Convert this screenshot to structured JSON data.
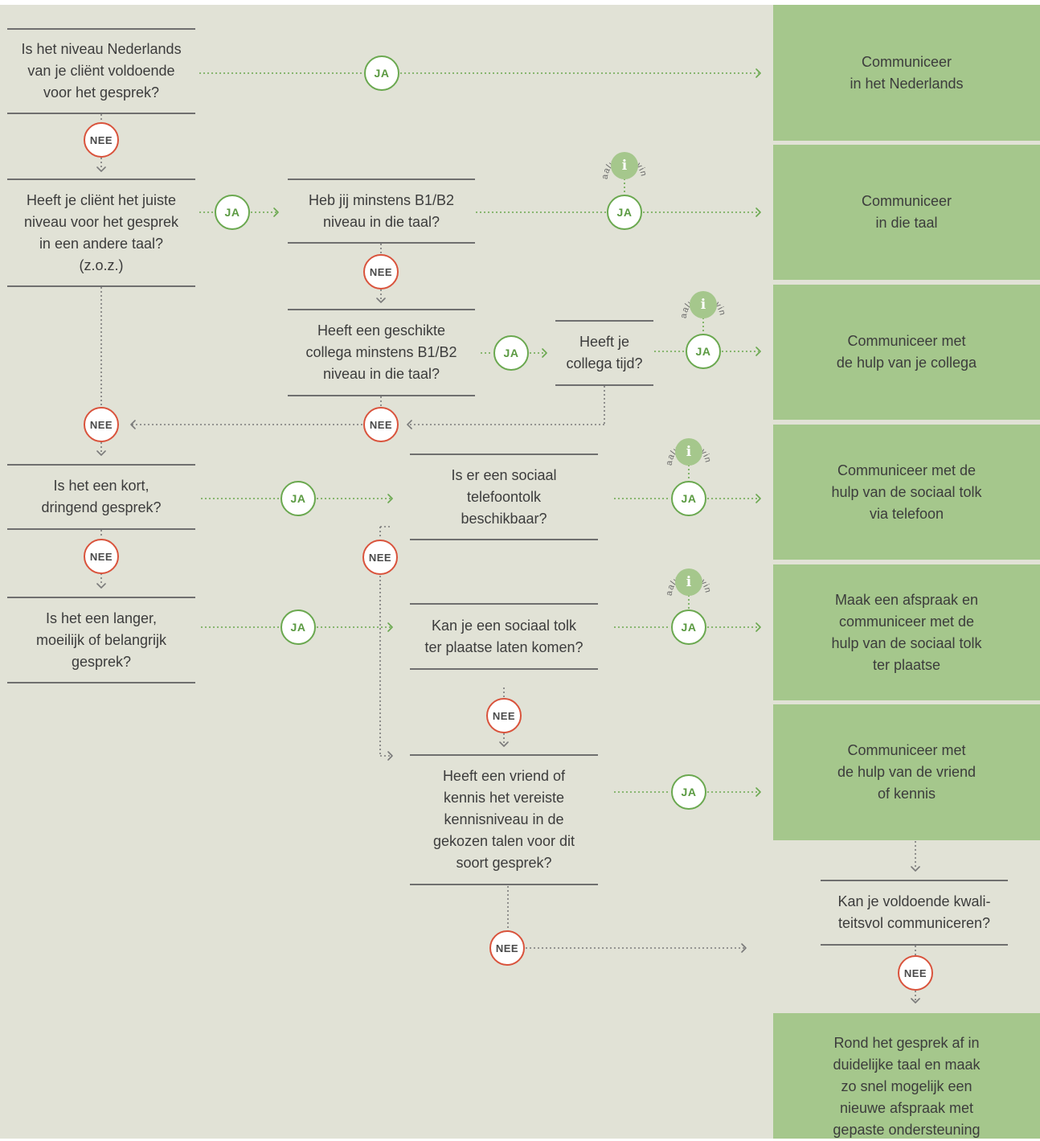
{
  "questions": {
    "q1": "Is het niveau Nederlands\nvan je cliënt voldoende\nvoor het gesprek?",
    "q2": "Heeft je cliënt het juiste\nniveau voor het gesprek\nin een andere taal?\n(z.o.z.)",
    "q3": "Heb jij minstens B1/B2\nniveau in die taal?",
    "q4": "Heeft een geschikte\ncollega minstens B1/B2\nniveau in die taal?",
    "q5": "Heeft je\ncollega tijd?",
    "q6": "Is het een kort,\ndringend gesprek?",
    "q7": "Is het een langer,\nmoeilijk of belangrijk\ngesprek?",
    "q8": "Is er een sociaal\ntelefoontolk\nbeschikbaar?",
    "q9": "Kan je een sociaal tolk\nter plaatse laten komen?",
    "q10": "Heeft een vriend of\nkennis het vereiste\nkennisniveau in de\ngekozen talen voor dit\nsoort gesprek?",
    "q11": "Kan je voldoende kwali-\nteitsvol communiceren?"
  },
  "outcomes": {
    "o1": "Communiceer\nin het Nederlands",
    "o2": "Communiceer\nin die taal",
    "o3": "Communiceer met\nde hulp van je collega",
    "o4": "Communiceer met de\nhulp van de sociaal tolk\nvia telefoon",
    "o5": "Maak een afspraak en\ncommuniceer met de\nhulp van de sociaal tolk\nter plaatse",
    "o6": "Communiceer met\nde hulp van de vriend\nof kennis",
    "o7": "Rond het gesprek af in\nduidelijke taal en maak\nzo snel mogelijk een\nnieuwe afspraak met\ngepaste ondersteuning"
  },
  "labels": {
    "yes": "JA",
    "no": "NEE",
    "info_symbol": "i",
    "info_tag": "taalwetgeving"
  },
  "colors": {
    "background": "#e1e2d6",
    "outcome_fill": "#a5c78c",
    "yes": "#6aa84f",
    "no": "#d9533c",
    "rule": "#6f6f6f"
  }
}
